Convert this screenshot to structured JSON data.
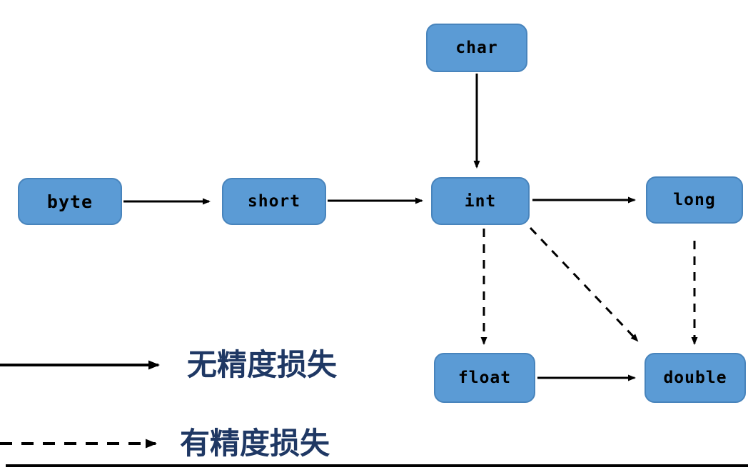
{
  "diagram": {
    "type": "flow-diagram",
    "topic": "numeric type widening conversions",
    "nodes": {
      "byte": {
        "label": "byte"
      },
      "short": {
        "label": "short"
      },
      "char": {
        "label": "char"
      },
      "int": {
        "label": "int"
      },
      "long": {
        "label": "long"
      },
      "float": {
        "label": "float"
      },
      "double": {
        "label": "double"
      }
    },
    "edges": [
      {
        "from": "byte",
        "to": "short",
        "style": "solid"
      },
      {
        "from": "short",
        "to": "int",
        "style": "solid"
      },
      {
        "from": "char",
        "to": "int",
        "style": "solid"
      },
      {
        "from": "int",
        "to": "long",
        "style": "solid"
      },
      {
        "from": "int",
        "to": "float",
        "style": "dashed"
      },
      {
        "from": "int",
        "to": "double",
        "style": "dashed"
      },
      {
        "from": "long",
        "to": "double",
        "style": "dashed"
      },
      {
        "from": "float",
        "to": "double",
        "style": "solid"
      }
    ],
    "legend": {
      "solid": "无精度损失",
      "dashed": "有精度损失"
    },
    "colors": {
      "node_fill": "#5B9BD5",
      "node_border": "#4884BC",
      "arrow": "#000000",
      "legend_text": "#1F3864"
    }
  }
}
